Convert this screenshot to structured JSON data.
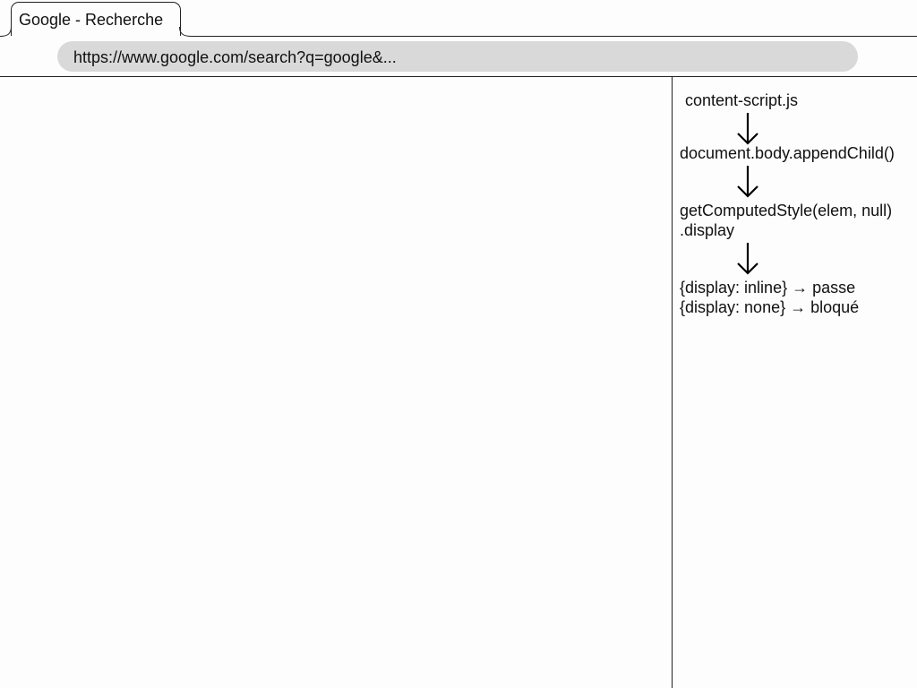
{
  "tab": {
    "title": "Google - Recherche"
  },
  "address_bar": {
    "url": "https://www.google.com/search?q=google&..."
  },
  "side_panel": {
    "steps": [
      {
        "lines": [
          "content-script.js"
        ]
      },
      {
        "lines": [
          "document.body.appendChild()"
        ]
      },
      {
        "lines": [
          "getComputedStyle(elem, null)",
          ".display"
        ]
      },
      {
        "lines": [
          "{display: inline} → passe",
          "{display: none} → bloqué"
        ]
      }
    ],
    "arrow_icon": "arrow-down-icon"
  }
}
